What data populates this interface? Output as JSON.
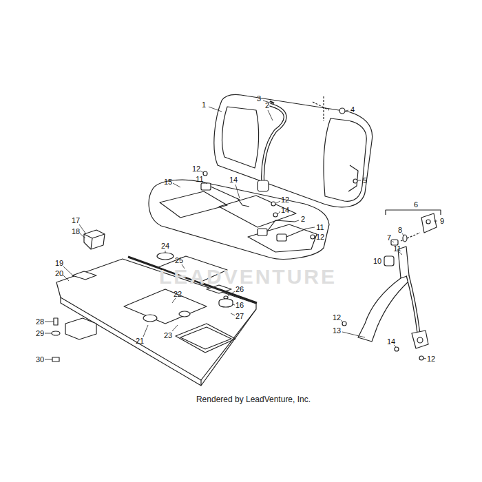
{
  "diagram": {
    "labels": [
      "1",
      "2",
      "3",
      "4",
      "5",
      "6",
      "7",
      "8",
      "9",
      "10",
      "11",
      "12",
      "11",
      "14",
      "12",
      "14",
      "2",
      "11",
      "12",
      "15",
      "17",
      "18",
      "24",
      "25",
      "19",
      "20",
      "26",
      "22",
      "16",
      "27",
      "23",
      "21",
      "28",
      "29",
      "30",
      "12",
      "13",
      "14",
      "12",
      "Rendered by LeadVenture, Inc.",
      "LEADVENTURE"
    ]
  }
}
